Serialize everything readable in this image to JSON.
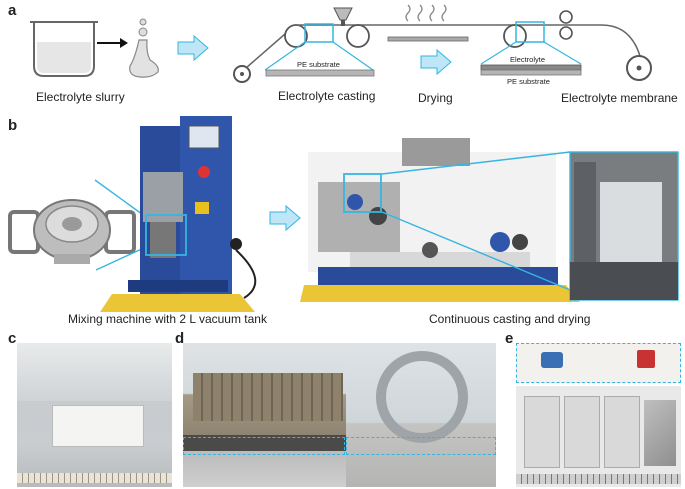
{
  "panels": {
    "a": {
      "letter": "a",
      "labels": {
        "slurry": "Electrolyte slurry",
        "casting": "Electrolyte casting",
        "drying": "Drying",
        "membrane": "Electrolyte membrane",
        "pe_substrate_1": "PE substrate",
        "electrolyte_layer": "Electrolyte",
        "pe_substrate_2": "PE substrate"
      }
    },
    "b": {
      "letter": "b",
      "labels": {
        "mixing": "Mixing machine with 2 L vacuum tank",
        "casting_drying": "Continuous casting and drying"
      }
    },
    "c": {
      "letter": "c"
    },
    "d": {
      "letter": "d"
    },
    "e": {
      "letter": "e"
    }
  },
  "colors": {
    "accent_cyan": "#35b6e0",
    "arrow_fill": "#bfe6f7",
    "machine_blue": "#2a4a9a",
    "hazard_yellow": "#e8c020"
  }
}
